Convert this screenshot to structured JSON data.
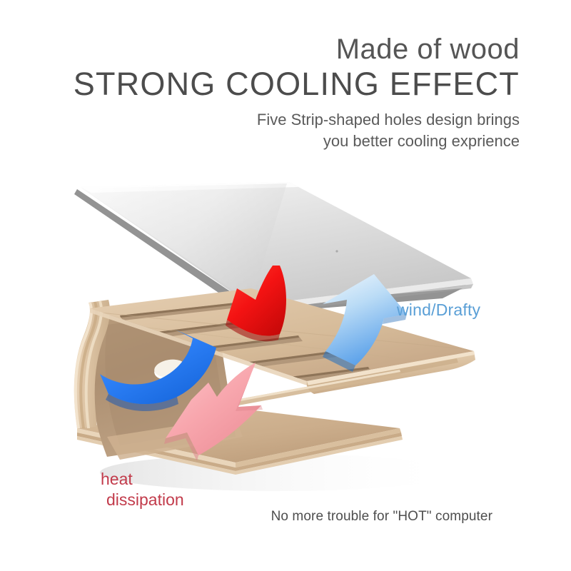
{
  "headline": {
    "line1": "Made of wood",
    "line2": "STRONG COOLING EFFECT",
    "sub_line1": "Five Strip-shaped holes design brings",
    "sub_line2": "you better cooling exprience"
  },
  "labels": {
    "wind": "wind/Drafty",
    "heat_line1": "heat",
    "heat_line2": "dissipation"
  },
  "tagline": "No more trouble for \"HOT\" computer",
  "colors": {
    "background": "#ffffff",
    "heading_dark": "#4c4c4c",
    "heading_mid": "#555555",
    "subtext": "#5a5a5a",
    "wind_label": "#5a9fd6",
    "heat_label": "#c23b4b",
    "tagline": "#4e4e4e",
    "wood_light": "#e6cfb2",
    "wood_mid": "#d4b896",
    "wood_dark": "#b99d7d",
    "wood_shadow": "#a98e6f",
    "laptop_light": "#f2f2f2",
    "laptop_mid": "#d8d8d8",
    "laptop_dark": "#bfbfbf",
    "arrow_red": "#ef1111",
    "arrow_blue_light": "#b7d9f4",
    "arrow_blue_strong": "#2b7ef5",
    "arrow_pink": "#f9aab0"
  },
  "illustration": {
    "product": "wooden-laptop-cooling-stand",
    "slot_count": 5,
    "airflow_arrows": [
      {
        "name": "hot-air-in-red",
        "color": "#ef1111",
        "direction": "down-left"
      },
      {
        "name": "cool-air-out-lightblue",
        "color": "#b7d9f4",
        "direction": "up-right"
      },
      {
        "name": "cool-air-in-blue",
        "color": "#2b7ef5",
        "direction": "up-left"
      },
      {
        "name": "hot-air-out-pink",
        "color": "#f9aab0",
        "direction": "down-right"
      }
    ]
  }
}
